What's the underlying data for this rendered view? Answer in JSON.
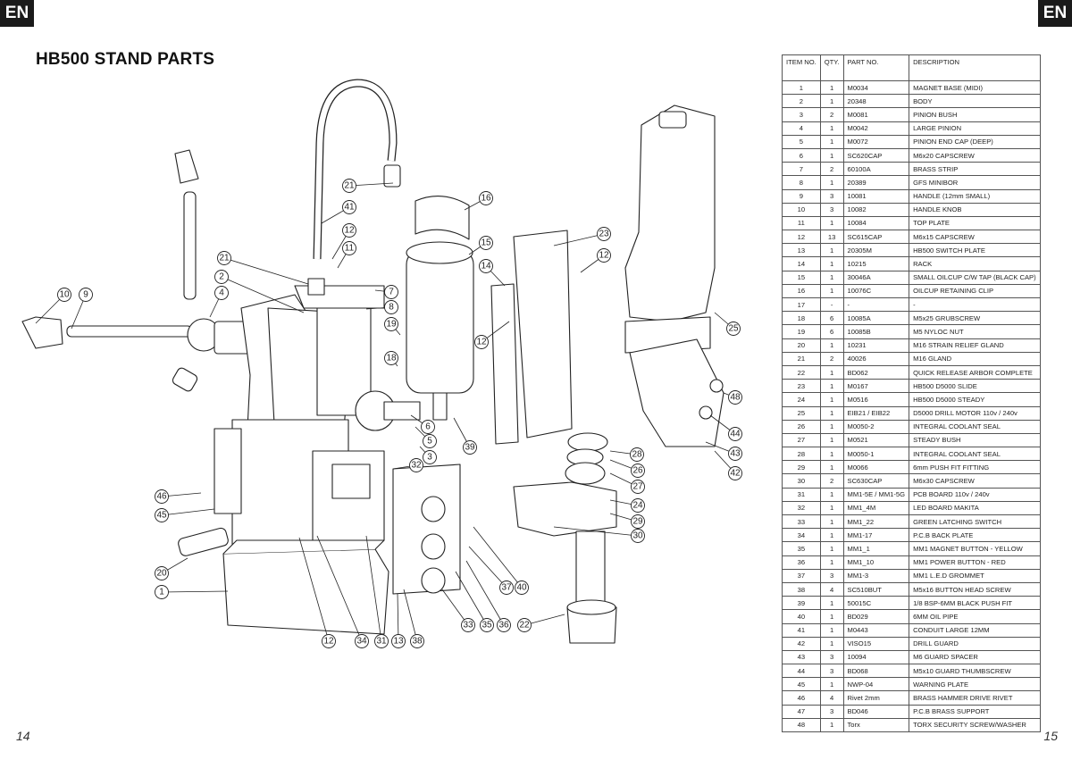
{
  "header": {
    "lang_left": "EN",
    "lang_right": "EN",
    "title": "HB500 STAND PARTS"
  },
  "footer": {
    "page_left": "14",
    "page_right": "15"
  },
  "table": {
    "headers": {
      "item": "ITEM NO.",
      "qty": "QTY.",
      "part": "PART NO.",
      "desc": "DESCRIPTION"
    },
    "rows": [
      {
        "item": "1",
        "qty": "1",
        "part": "M0034",
        "desc": "MAGNET BASE (MIDI)"
      },
      {
        "item": "2",
        "qty": "1",
        "part": "20348",
        "desc": "BODY"
      },
      {
        "item": "3",
        "qty": "2",
        "part": "M0081",
        "desc": "PINION BUSH"
      },
      {
        "item": "4",
        "qty": "1",
        "part": "M0042",
        "desc": "LARGE PINION"
      },
      {
        "item": "5",
        "qty": "1",
        "part": "M0072",
        "desc": "PINION END CAP (DEEP)"
      },
      {
        "item": "6",
        "qty": "1",
        "part": "SC620CAP",
        "desc": "M6x20 CAPSCREW"
      },
      {
        "item": "7",
        "qty": "2",
        "part": "60100A",
        "desc": "BRASS STRIP"
      },
      {
        "item": "8",
        "qty": "1",
        "part": "20389",
        "desc": "GFS MINIBOR"
      },
      {
        "item": "9",
        "qty": "3",
        "part": "10081",
        "desc": "HANDLE (12mm SMALL)"
      },
      {
        "item": "10",
        "qty": "3",
        "part": "10082",
        "desc": "HANDLE KNOB"
      },
      {
        "item": "11",
        "qty": "1",
        "part": "10084",
        "desc": "TOP PLATE"
      },
      {
        "item": "12",
        "qty": "13",
        "part": "SC615CAP",
        "desc": "M6x15 CAPSCREW"
      },
      {
        "item": "13",
        "qty": "1",
        "part": "20305M",
        "desc": "HB500 SWITCH PLATE"
      },
      {
        "item": "14",
        "qty": "1",
        "part": "10215",
        "desc": "RACK"
      },
      {
        "item": "15",
        "qty": "1",
        "part": "30046A",
        "desc": "SMALL OILCUP C/W TAP (BLACK CAP)"
      },
      {
        "item": "16",
        "qty": "1",
        "part": "10076C",
        "desc": "OILCUP RETAINING CLIP"
      },
      {
        "item": "17",
        "qty": "-",
        "part": "-",
        "desc": "-"
      },
      {
        "item": "18",
        "qty": "6",
        "part": "10085A",
        "desc": "M5x25 GRUBSCREW"
      },
      {
        "item": "19",
        "qty": "6",
        "part": "10085B",
        "desc": "M5 NYLOC NUT"
      },
      {
        "item": "20",
        "qty": "1",
        "part": "10231",
        "desc": "M16 STRAIN RELIEF GLAND"
      },
      {
        "item": "21",
        "qty": "2",
        "part": "40026",
        "desc": "M16 GLAND"
      },
      {
        "item": "22",
        "qty": "1",
        "part": "BD062",
        "desc": "QUICK RELEASE ARBOR COMPLETE"
      },
      {
        "item": "23",
        "qty": "1",
        "part": "M0167",
        "desc": "HB500 D5000 SLIDE"
      },
      {
        "item": "24",
        "qty": "1",
        "part": "M0516",
        "desc": "HB500 D5000 STEADY"
      },
      {
        "item": "25",
        "qty": "1",
        "part": "EIB21 / EIB22",
        "desc": "D5000 DRILL MOTOR 110v / 240v"
      },
      {
        "item": "26",
        "qty": "1",
        "part": "M0050-2",
        "desc": "INTEGRAL COOLANT SEAL"
      },
      {
        "item": "27",
        "qty": "1",
        "part": "M0521",
        "desc": "STEADY BUSH"
      },
      {
        "item": "28",
        "qty": "1",
        "part": "M0050-1",
        "desc": "INTEGRAL COOLANT SEAL"
      },
      {
        "item": "29",
        "qty": "1",
        "part": "M0066",
        "desc": "6mm PUSH FIT FITTING"
      },
      {
        "item": "30",
        "qty": "2",
        "part": "SC630CAP",
        "desc": "M6x30 CAPSCREW"
      },
      {
        "item": "31",
        "qty": "1",
        "part": "MM1-5E / MM1-5G",
        "desc": "PCB BOARD 110v / 240v"
      },
      {
        "item": "32",
        "qty": "1",
        "part": "MM1_4M",
        "desc": "LED BOARD MAKITA"
      },
      {
        "item": "33",
        "qty": "1",
        "part": "MM1_22",
        "desc": "GREEN LATCHING SWITCH"
      },
      {
        "item": "34",
        "qty": "1",
        "part": "MM1-17",
        "desc": "P.C.B BACK PLATE"
      },
      {
        "item": "35",
        "qty": "1",
        "part": "MM1_1",
        "desc": "MM1 MAGNET BUTTON - YELLOW"
      },
      {
        "item": "36",
        "qty": "1",
        "part": "MM1_10",
        "desc": "MM1 POWER BUTTON - RED"
      },
      {
        "item": "37",
        "qty": "3",
        "part": "MM1-3",
        "desc": "MM1 L.E.D GROMMET"
      },
      {
        "item": "38",
        "qty": "4",
        "part": "SC510BUT",
        "desc": "M5x16 BUTTON HEAD SCREW"
      },
      {
        "item": "39",
        "qty": "1",
        "part": "50015C",
        "desc": "1/8 BSP-6MM BLACK PUSH FIT"
      },
      {
        "item": "40",
        "qty": "1",
        "part": "BD029",
        "desc": "6MM OIL PIPE"
      },
      {
        "item": "41",
        "qty": "1",
        "part": "M0443",
        "desc": "CONDUIT LARGE 12MM"
      },
      {
        "item": "42",
        "qty": "1",
        "part": "VISO15",
        "desc": "DRILL GUARD"
      },
      {
        "item": "43",
        "qty": "3",
        "part": "10094",
        "desc": "M6 GUARD SPACER"
      },
      {
        "item": "44",
        "qty": "3",
        "part": "BD068",
        "desc": "M5x10 GUARD THUMBSCREW"
      },
      {
        "item": "45",
        "qty": "1",
        "part": "NWP-04",
        "desc": "WARNING PLATE"
      },
      {
        "item": "46",
        "qty": "4",
        "part": "Rivet 2mm",
        "desc": "BRASS HAMMER DRIVE RIVET"
      },
      {
        "item": "47",
        "qty": "3",
        "part": "BD046",
        "desc": "P.C.B BRASS SUPPORT"
      },
      {
        "item": "48",
        "qty": "1",
        "part": "Torx",
        "desc": "TORX SECURITY SCREW/WASHER"
      }
    ]
  },
  "diagram": {
    "callouts": [
      "21",
      "41",
      "16",
      "15",
      "14",
      "23",
      "12",
      "12",
      "11",
      "21",
      "2",
      "4",
      "10",
      "9",
      "7",
      "8",
      "19",
      "18",
      "12",
      "6",
      "5",
      "3",
      "32",
      "39",
      "25",
      "48",
      "44",
      "43",
      "42",
      "28",
      "26",
      "27",
      "24",
      "29",
      "30",
      "46",
      "45",
      "20",
      "1",
      "12",
      "34",
      "31",
      "13",
      "38",
      "33",
      "35",
      "36",
      "37",
      "40",
      "22"
    ]
  }
}
